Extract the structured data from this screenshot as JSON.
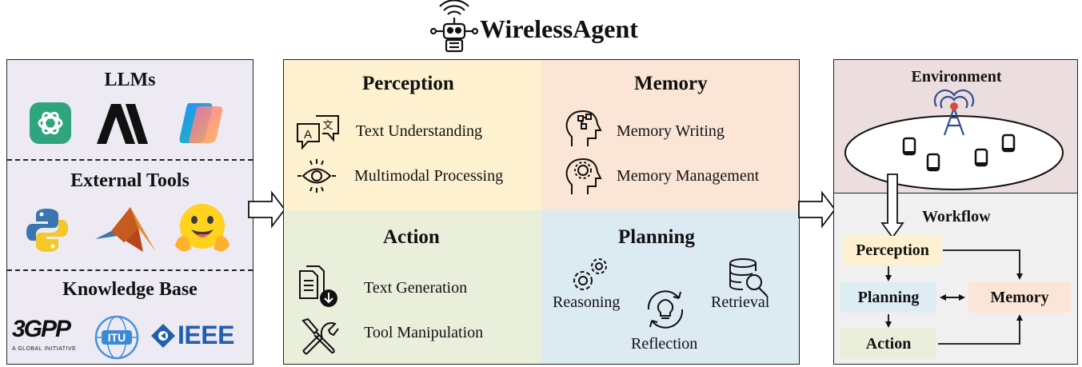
{
  "title": "WirelessAgent",
  "left_panel": {
    "llms": {
      "label": "LLMs",
      "icons": [
        "chatgpt-icon",
        "anthropic-icon",
        "copilot-icon"
      ]
    },
    "tools": {
      "label": "External Tools",
      "icons": [
        "python-icon",
        "matlab-icon",
        "huggingface-icon"
      ]
    },
    "knowledge": {
      "label": "Knowledge Base",
      "logos": {
        "3gpp": "3GPP",
        "3gpp_sub": "A GLOBAL INITIATIVE",
        "itu": "ITU",
        "ieee": "IEEE"
      }
    }
  },
  "modules": {
    "perception": {
      "title": "Perception",
      "items": [
        "Text Understanding",
        "Multimodal Processing"
      ],
      "color": "#fdf1cf"
    },
    "memory": {
      "title": "Memory",
      "items": [
        "Memory Writing",
        "Memory Management"
      ],
      "color": "#fbe5d6"
    },
    "action": {
      "title": "Action",
      "items": [
        "Text Generation",
        "Tool Manipulation"
      ],
      "color": "#e9efdb"
    },
    "planning": {
      "title": "Planning",
      "items": [
        "Reasoning",
        "Retrieval",
        "Reflection"
      ],
      "color": "#dceaf2"
    }
  },
  "right_panel": {
    "environment": {
      "label": "Environment",
      "color": "#ecdede"
    },
    "workflow": {
      "label": "Workflow",
      "color": "#f0f0f0",
      "steps": [
        {
          "label": "Perception",
          "color": "#fdf1cf"
        },
        {
          "label": "Planning",
          "color": "#deedf4"
        },
        {
          "label": "Memory",
          "color": "#fbe5d6"
        },
        {
          "label": "Action",
          "color": "#e9efdb"
        }
      ]
    }
  }
}
